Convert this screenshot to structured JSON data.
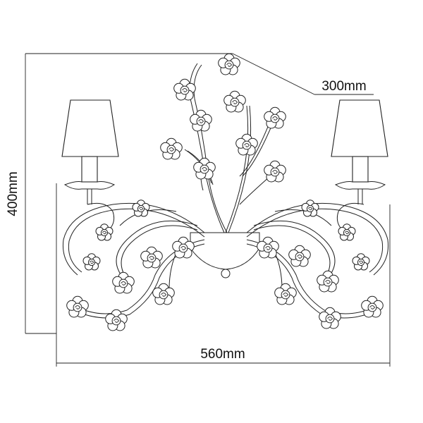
{
  "dimensions": {
    "width_label": "560mm",
    "height_label": "400mm",
    "depth_label": "300mm"
  }
}
